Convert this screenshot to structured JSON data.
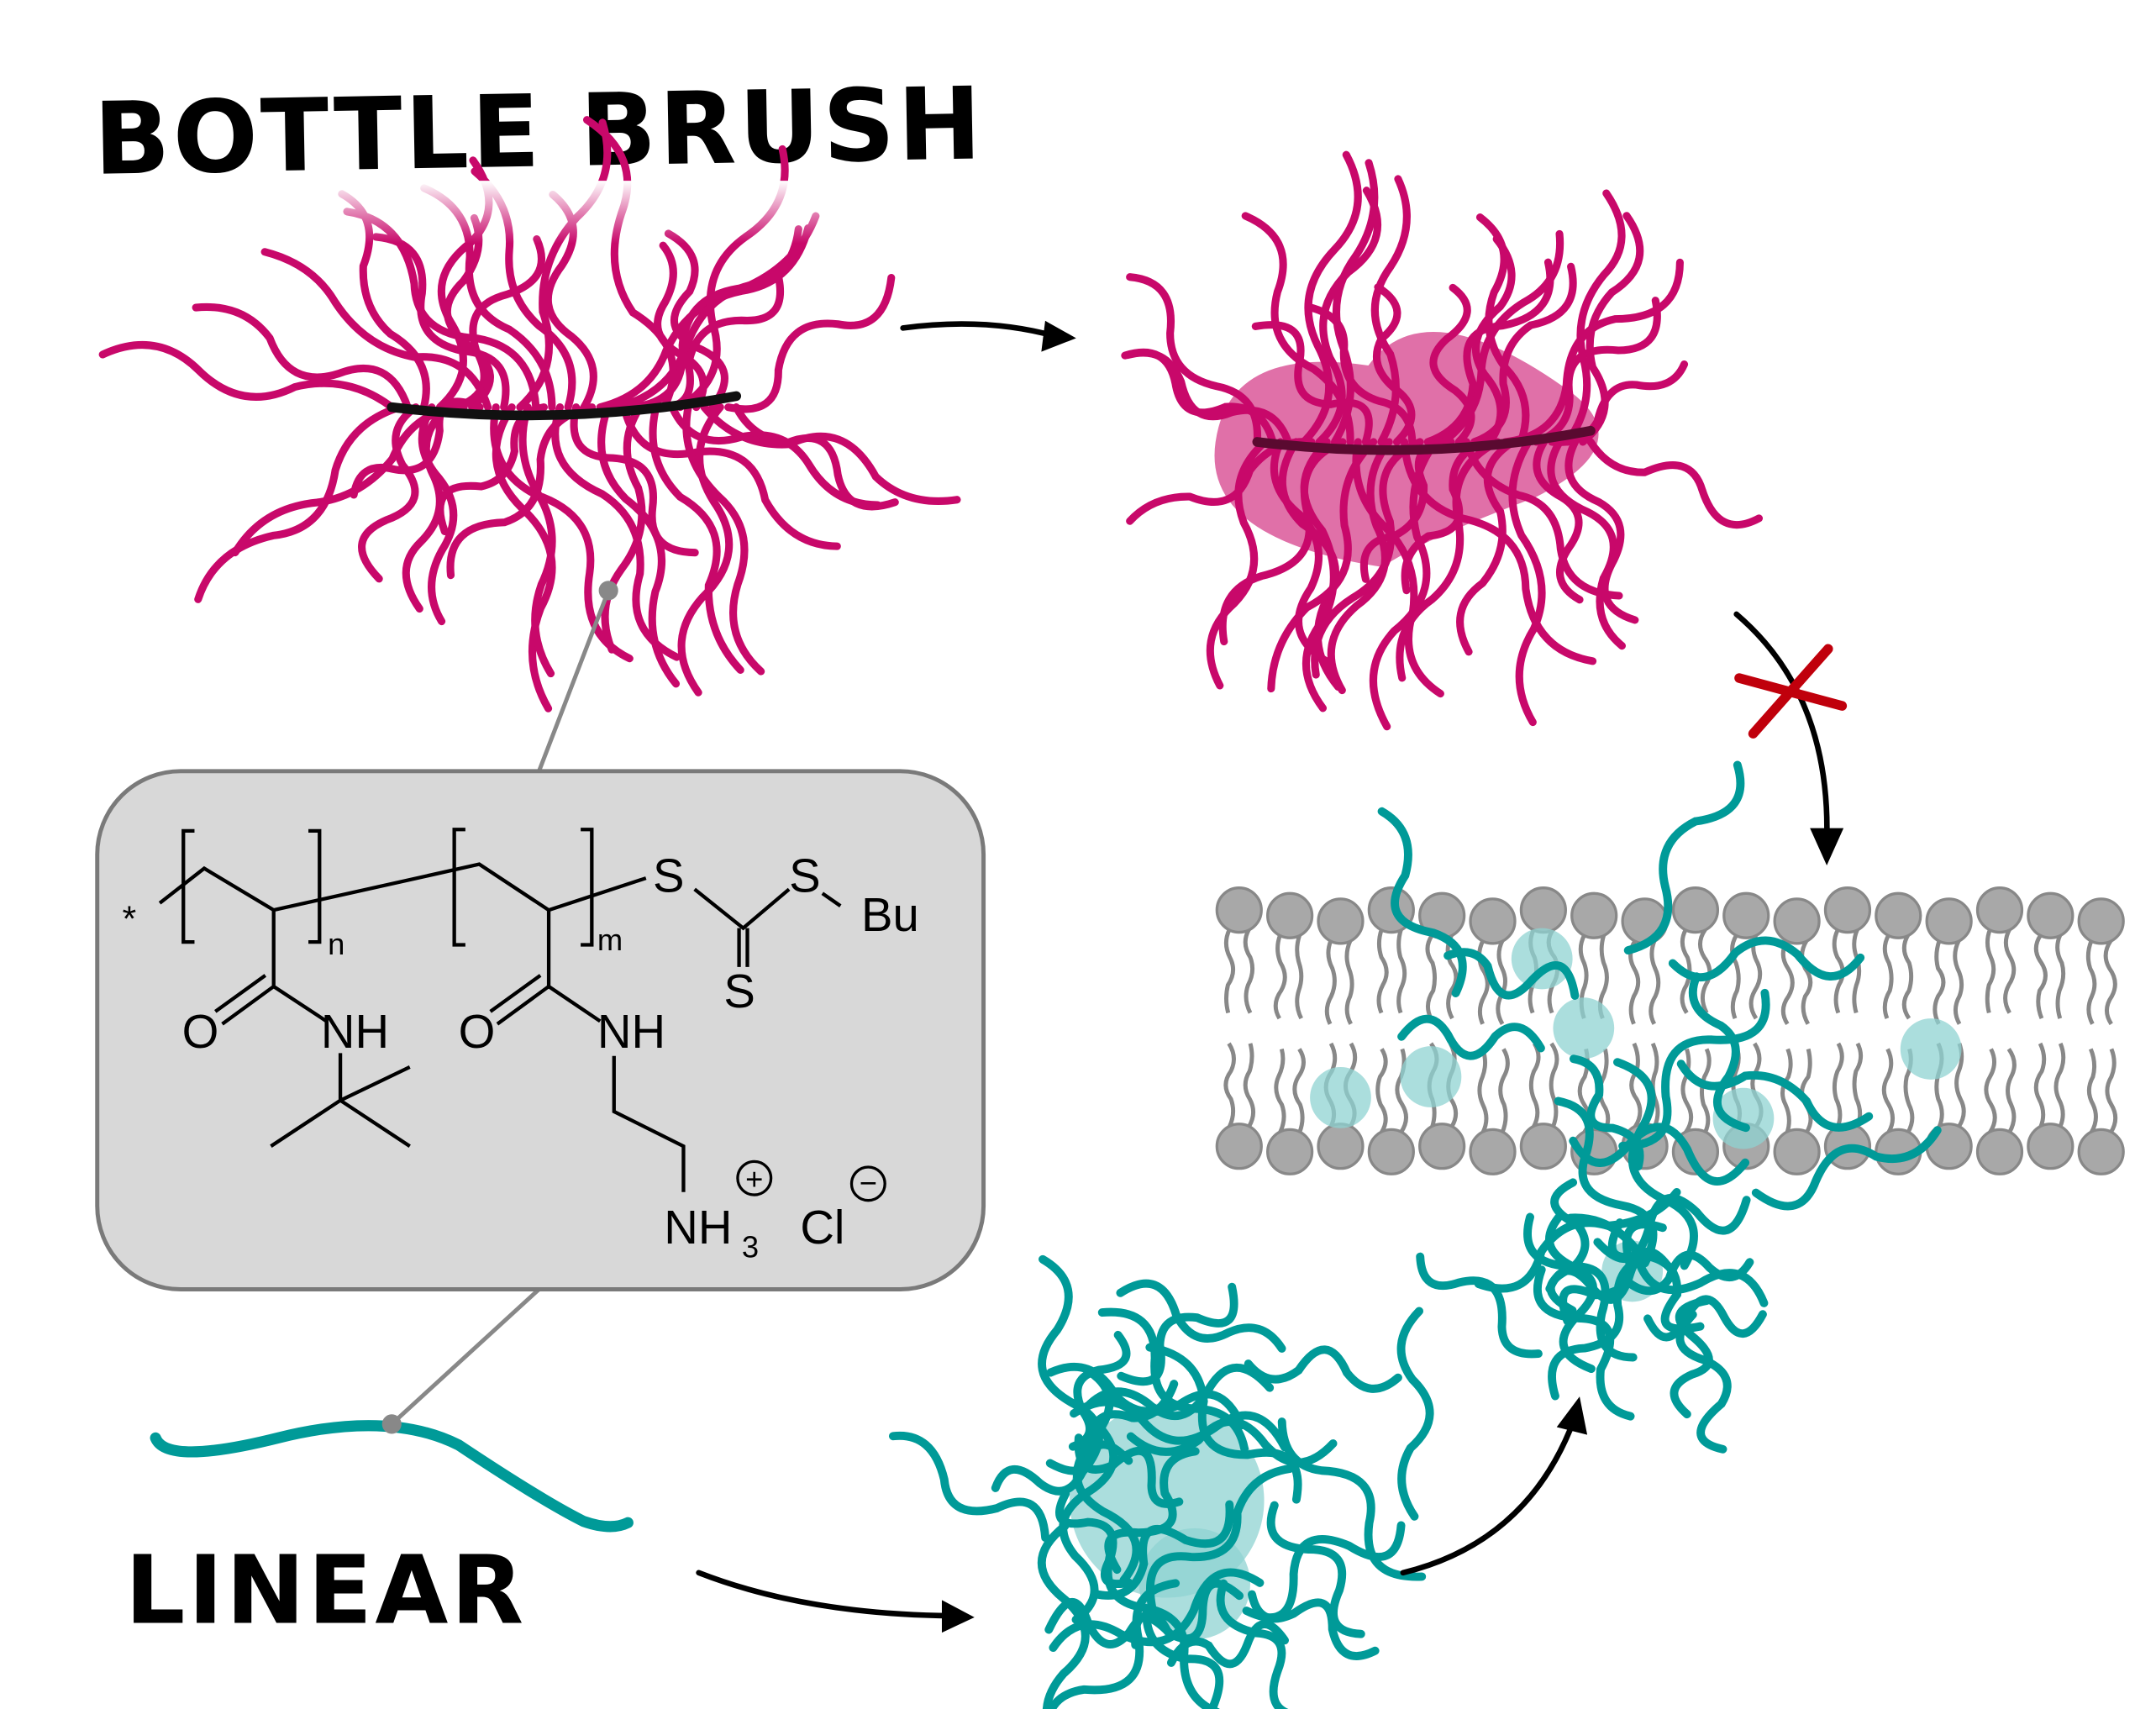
{
  "titles": {
    "bottle_brush": "BOTTLE BRUSH",
    "linear": "LINEAR"
  },
  "structure": {
    "end_group_star": "*",
    "subscript_n": "n",
    "subscript_m": "m",
    "s1": "S",
    "s2": "S",
    "s3": "S",
    "bu": "Bu",
    "o1": "O",
    "o2": "O",
    "nh1": "NH",
    "nh2": "NH",
    "nh3": "NH",
    "nh3_sub": "3",
    "cl": "Cl",
    "plus": "+",
    "minus": "−"
  },
  "colors": {
    "brush": "#c8086a",
    "brush_core": "#e070a8",
    "linear": "#009a98",
    "linear_core": "#8fd3d1",
    "lipid_head": "#a8a8a8",
    "blocked": "#c0000c",
    "box_fill": "#d8d8d8",
    "box_stroke": "#7a7a7a"
  },
  "icons": {
    "blocked_pathway": "red-x-icon"
  }
}
